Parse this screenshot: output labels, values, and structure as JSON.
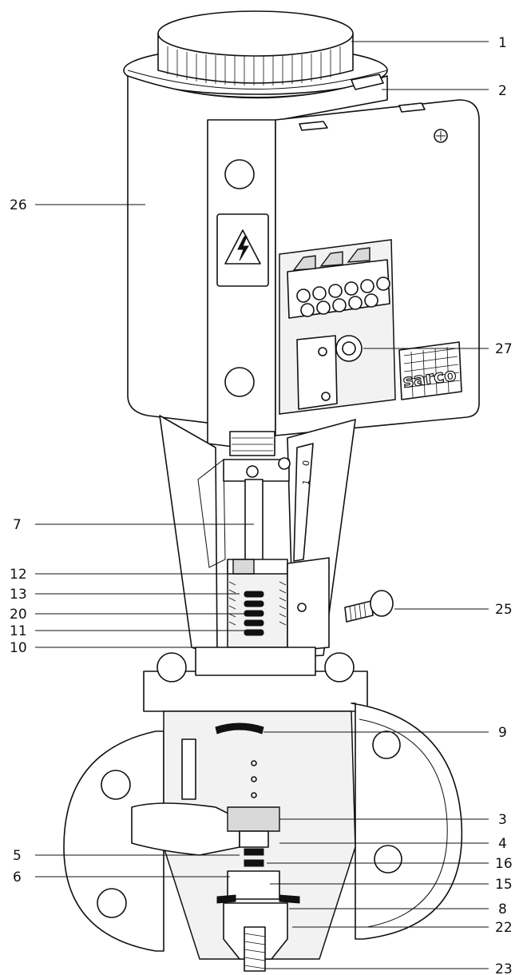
{
  "labels": {
    "l1": "1",
    "l2": "2",
    "l3": "3",
    "l4": "4",
    "l5": "5",
    "l6": "6",
    "l7": "7",
    "l8": "8",
    "l9": "9",
    "l10": "10",
    "l11": "11",
    "l12": "12",
    "l13": "13",
    "l15": "15",
    "l16": "16",
    "l20": "20",
    "l22": "22",
    "l23": "23",
    "l25": "25",
    "l26": "26",
    "l27": "27"
  },
  "brand_text": "sarco",
  "scale_marks": [
    "0",
    "1"
  ]
}
